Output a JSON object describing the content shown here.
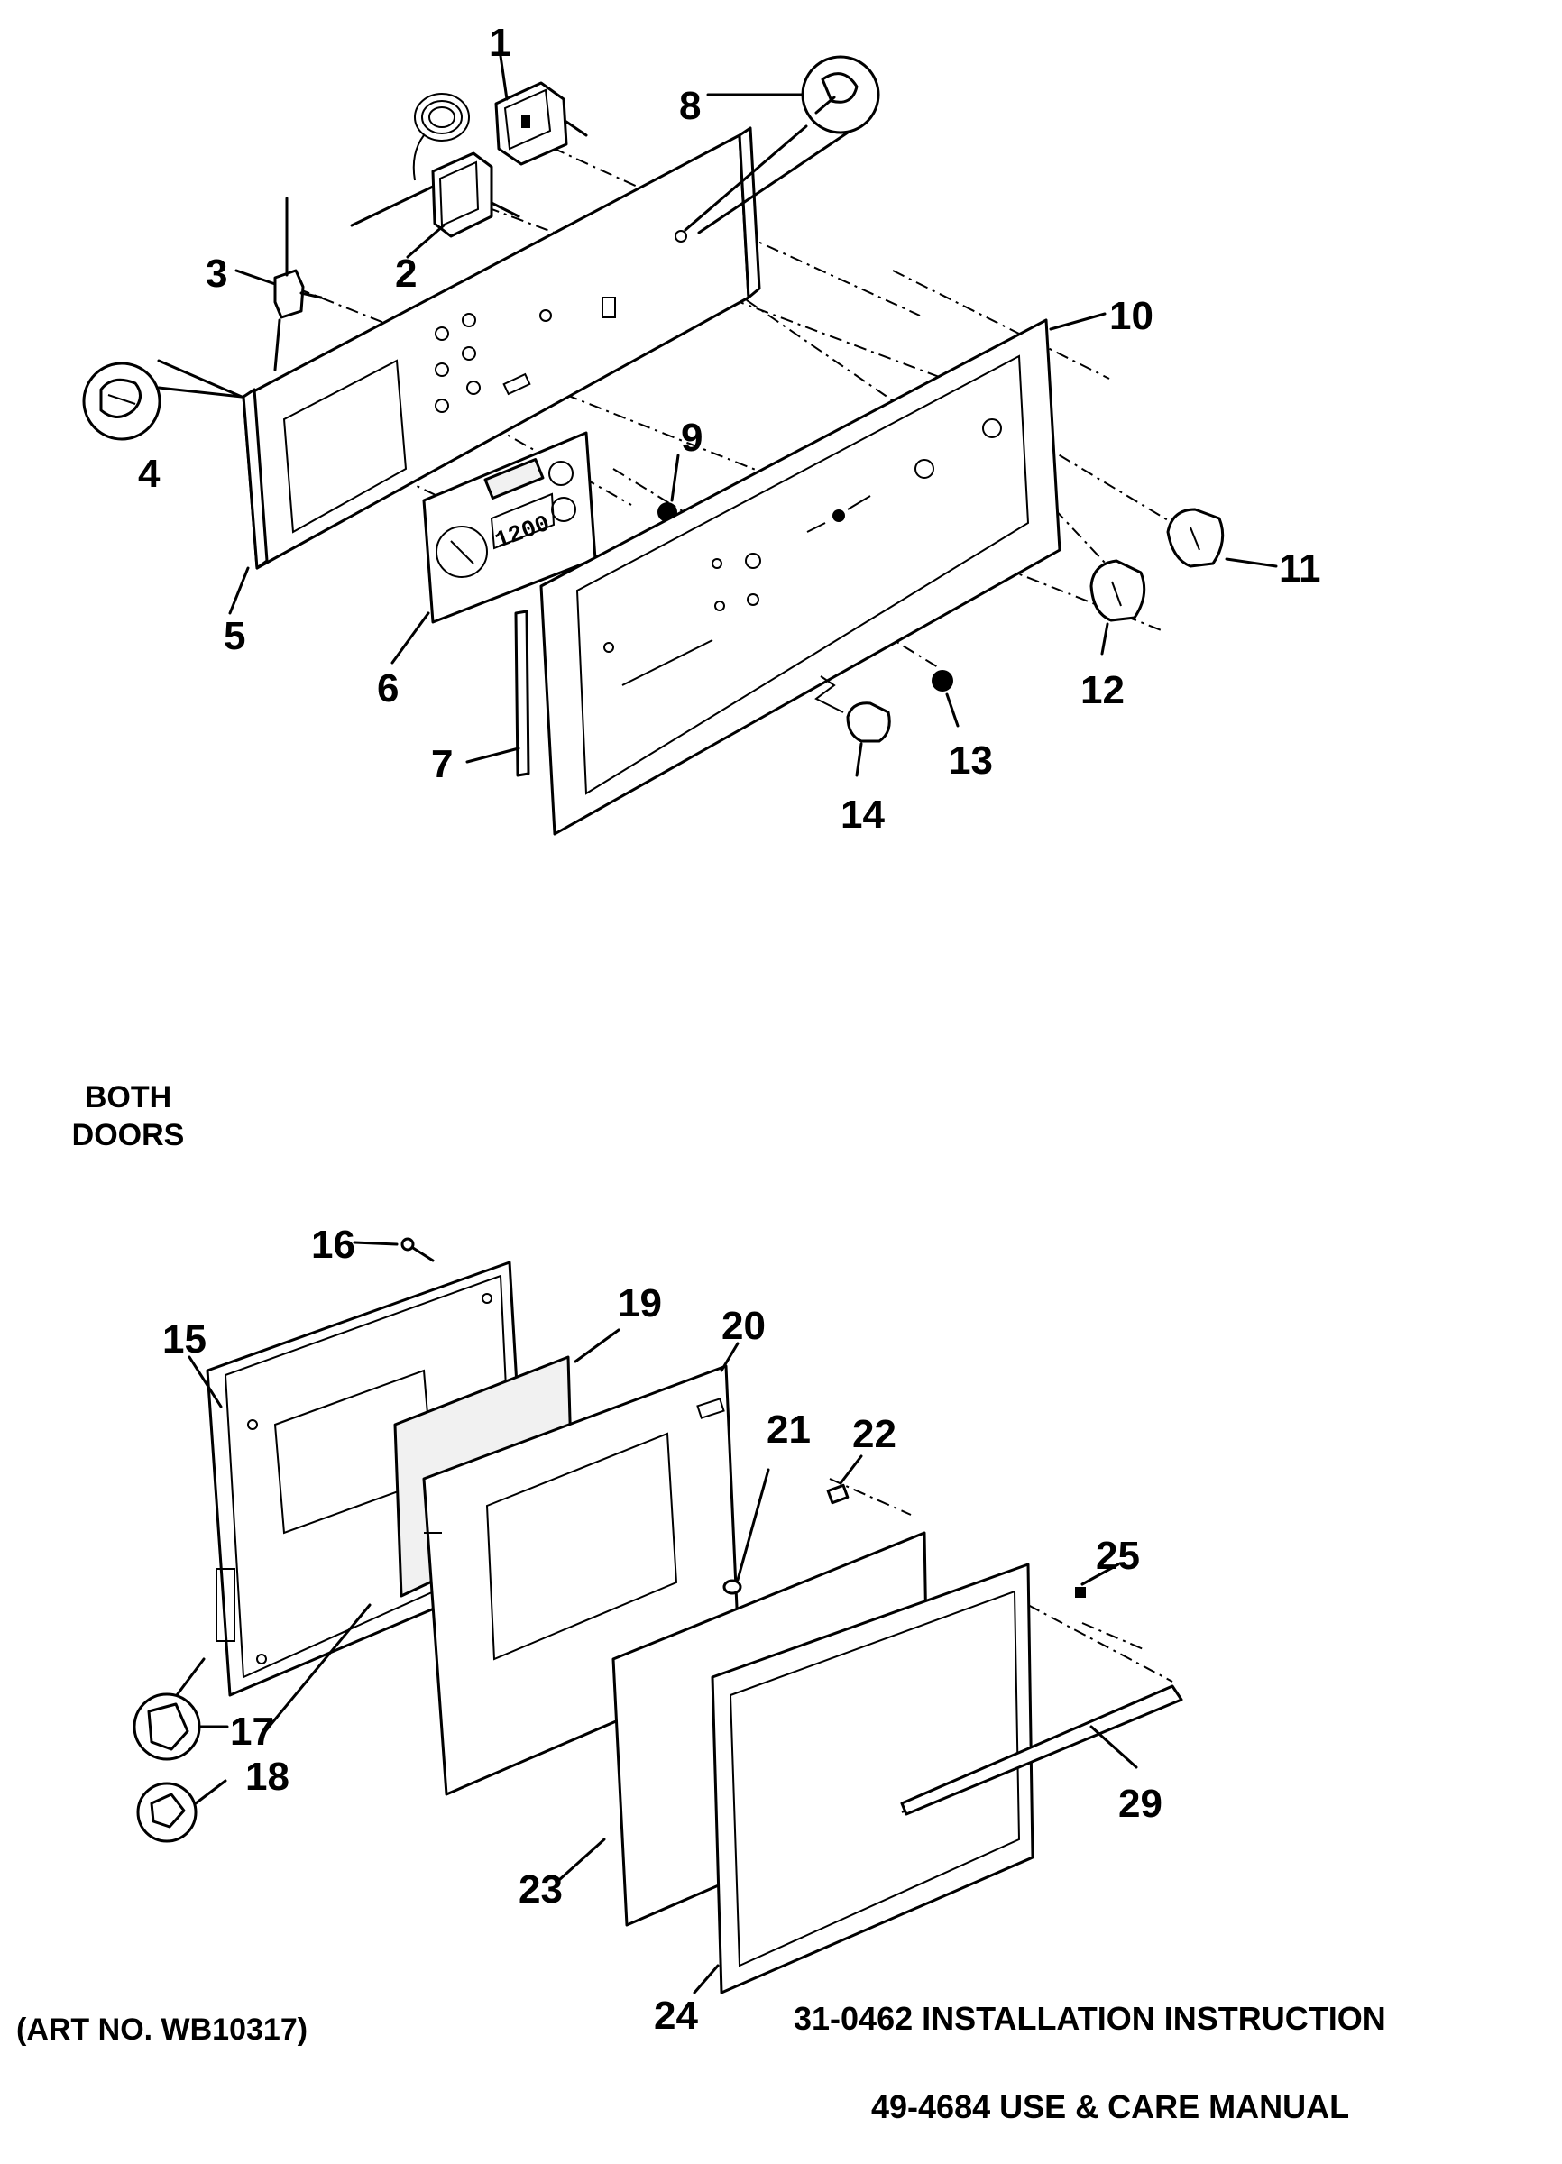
{
  "labels": {
    "both_doors": "BOTH\nDOORS",
    "both_doors_line1": "BOTH",
    "both_doors_line2": "DOORS",
    "art_no": "(ART NO. WB10317)",
    "installation_instruction": "31-0462 INSTALLATION INSTRUCTION",
    "use_care_manual": "49-4684 USE & CARE MANUAL"
  },
  "control_panel_callouts": [
    "1",
    "2",
    "3",
    "4",
    "5",
    "6",
    "7",
    "8",
    "9",
    "10",
    "11",
    "12",
    "13",
    "14"
  ],
  "door_callouts": [
    "15",
    "16",
    "17",
    "18",
    "19",
    "20",
    "21",
    "22",
    "23",
    "24",
    "25",
    "29"
  ],
  "display_text": "1200"
}
